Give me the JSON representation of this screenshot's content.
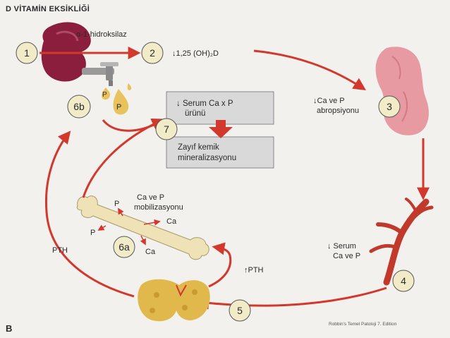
{
  "title": "D VİTAMİN EKSİKLİĞİ",
  "corner_label": "B",
  "credit": "Robbin’s Temel Patoloji 7. Edition",
  "colors": {
    "arrow": "#d3382c",
    "kidney": "#8b1e3c",
    "intestine": "#e79aa2",
    "vessel": "#c0392b",
    "parathyroid": "#e1b84c",
    "bone": "#efe2b6",
    "circle_fill": "#f2ebc8",
    "box_fill": "#d9d9d9"
  },
  "steps": [
    {
      "id": "1",
      "name": "step-1"
    },
    {
      "id": "2",
      "name": "step-2"
    },
    {
      "id": "3",
      "name": "step-3"
    },
    {
      "id": "4",
      "name": "step-4"
    },
    {
      "id": "5",
      "name": "step-5"
    },
    {
      "id": "6a",
      "name": "step-6a"
    },
    {
      "id": "6b",
      "name": "step-6b"
    },
    {
      "id": "7",
      "name": "step-7"
    }
  ],
  "labels": {
    "hydroxylase": "α-1-hidroksilaz",
    "vitd": "↓1,25 (OH)₂D",
    "ca_p_absorption_line1": "↓Ca ve P",
    "ca_p_absorption_line2": "abropsiyonu",
    "serum_ca_line1": "↓ Serum",
    "serum_ca_line2": "Ca ve P",
    "pth_up": "↑PTH",
    "pth_left": "PTH",
    "mobilization_line1": "Ca ve P",
    "mobilization_line2": "mobilizasyonu",
    "bone_p1": "P",
    "bone_ca1": "Ca",
    "bone_p2": "P",
    "bone_ca2": "Ca",
    "drop_p1": "P",
    "drop_p2": "P"
  },
  "box_top": {
    "line1": "↓ Serum Ca x P",
    "line2": "ürünü"
  },
  "box_bottom": {
    "line1": "Zayıf kemik",
    "line2": "mineralizasyonu"
  }
}
